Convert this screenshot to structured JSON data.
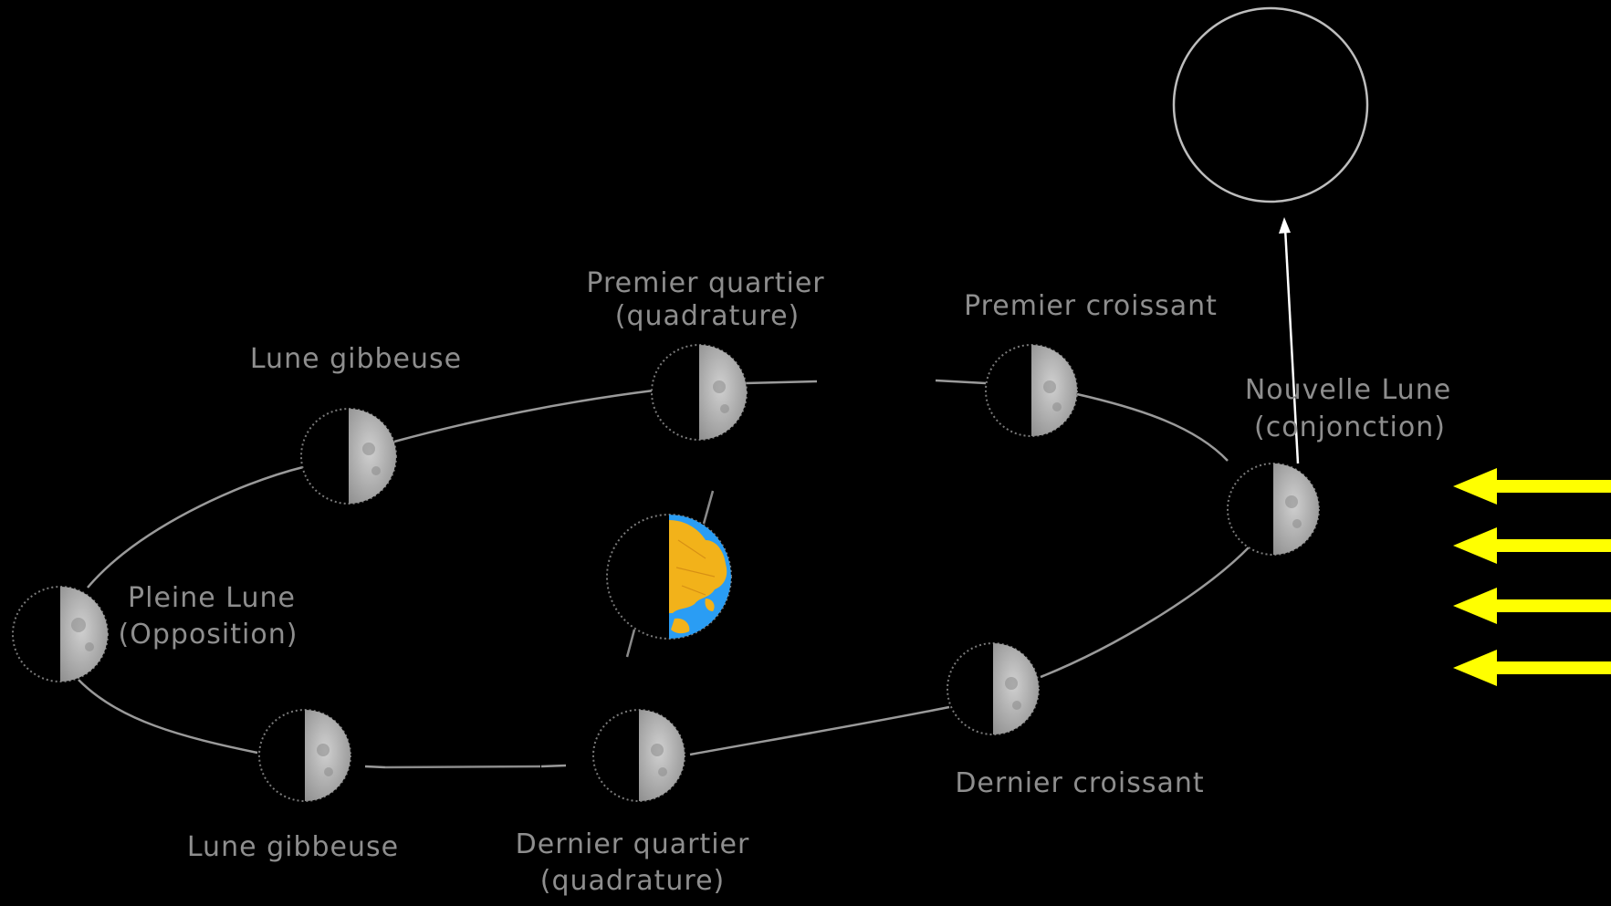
{
  "labels": {
    "premier_quartier_l1": "Premier quartier",
    "premier_quartier_l2": "(quadrature)",
    "premier_croissant": "Premier croissant",
    "lune_gibbeuse_top": "Lune gibbeuse",
    "nouvelle_lune_l1": "Nouvelle Lune",
    "nouvelle_lune_l2": "(conjonction)",
    "pleine_lune_l1": "Pleine Lune",
    "pleine_lune_l2": "(Opposition)",
    "dernier_croissant": "Dernier croissant",
    "lune_gibbeuse_bottom": "Lune gibbeuse",
    "dernier_quartier_l1": "Dernier quartier",
    "dernier_quartier_l2": "(quadrature)"
  },
  "colors": {
    "background": "#000000",
    "sunlight": "#ffff00",
    "ocean": "#2a9df4",
    "land": "#f2b21a",
    "moon_lit": "#b8b8b8",
    "label": "#8e8e8e"
  },
  "icons": {
    "moon": "moon-half-lit-icon",
    "earth": "earth-half-lit-icon",
    "sun_ray": "arrow-left-icon",
    "new_moon_view": "empty-circle-icon"
  }
}
